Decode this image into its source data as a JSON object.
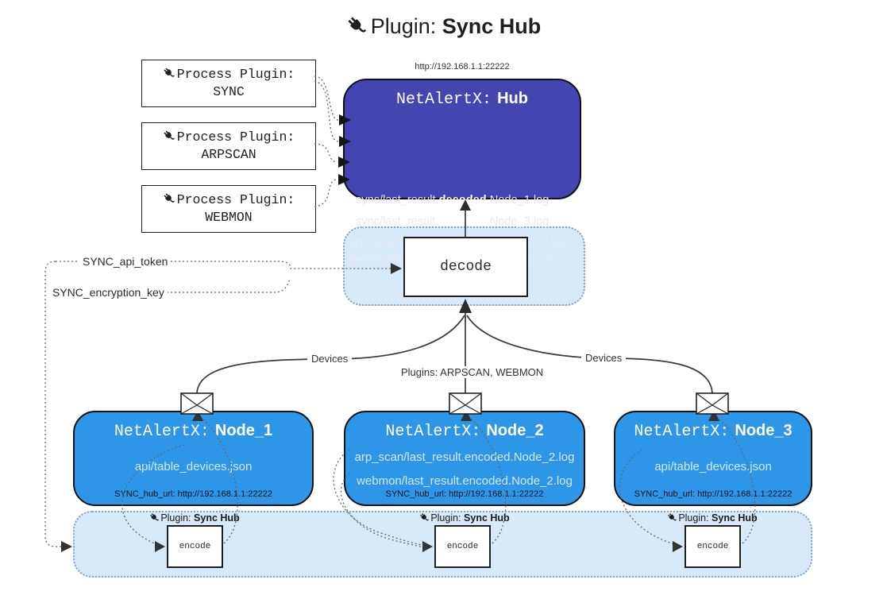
{
  "title": {
    "label": "Plugin:",
    "name": "Sync Hub"
  },
  "process_plugins": [
    {
      "label": "Process Plugin:",
      "name": "SYNC"
    },
    {
      "label": "Process Plugin:",
      "name": "ARPSCAN"
    },
    {
      "label": "Process Plugin:",
      "name": "WEBMON"
    }
  ],
  "hub": {
    "url": "http://192.168.1.1:22222",
    "title_label": "NetAlertX:",
    "title_name": "Hub",
    "logs": [
      {
        "pre": "sync/last_result.",
        "em": "decoded",
        "post": ".Node_1.log"
      },
      {
        "pre": "sync/last_result.",
        "em": "decoded",
        "post": ".Node_3.log"
      },
      {
        "pre": "arp_scan/last_result.",
        "em": "decoded",
        "post": ".Node_2.log"
      },
      {
        "pre": "webmon/last_result.",
        "em": "decoded",
        "post": ".Node_2.log"
      }
    ]
  },
  "decode": {
    "label": "decode"
  },
  "keys": {
    "api_token": "SYNC_api_token",
    "encryption_key": "SYNC_encryption_key"
  },
  "edges": {
    "devices_left": "Devices",
    "devices_right": "Devices",
    "plugins_center": "Plugins: ARPSCAN, WEBMON"
  },
  "nodes": [
    {
      "title_label": "NetAlertX:",
      "title_name": "Node_1",
      "files": [
        "api/table_devices.json"
      ],
      "hub_url": "SYNC_hub_url: http://192.168.1.1:22222"
    },
    {
      "title_label": "NetAlertX:",
      "title_name": "Node_2",
      "files": [
        "arp_scan/last_result.encoded.Node_2.log",
        "webmon/last_result.encoded.Node_2.log"
      ],
      "hub_url": "SYNC_hub_url: http://192.168.1.1:22222"
    },
    {
      "title_label": "NetAlertX:",
      "title_name": "Node_3",
      "files": [
        "api/table_devices.json"
      ],
      "hub_url": "SYNC_hub_url: http://192.168.1.1:22222"
    }
  ],
  "encode_area": {
    "plugin_label": "Plugin:",
    "plugin_name": "Sync Hub",
    "encode_label": "encode"
  },
  "colors": {
    "hub_fill": "#4444b3",
    "node_fill": "#2d96e8",
    "panel_fill": "#d8e9f9",
    "panel_border": "#84a4c6",
    "line": "#3a3a3a",
    "dotted_line": "#666666"
  }
}
